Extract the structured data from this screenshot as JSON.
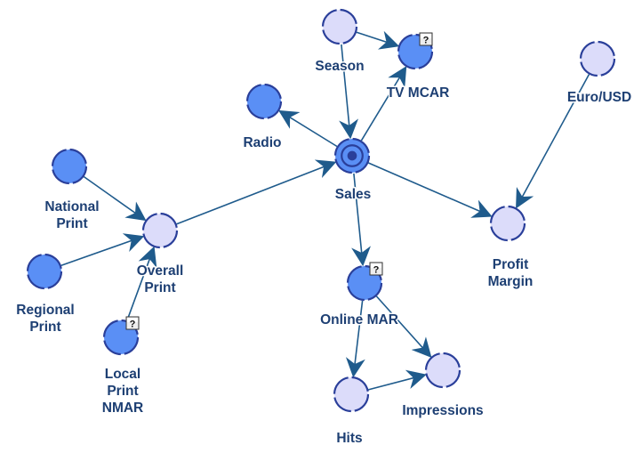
{
  "colors": {
    "edge": "#1f5b8c",
    "node_dark_fill": "#5a8ff5",
    "node_light_fill": "#dcdcfa",
    "node_stroke": "#2a3f9a",
    "label": "#1d3f73"
  },
  "nodes": [
    {
      "id": "season",
      "label_lines": [
        "Season"
      ],
      "style": "light"
    },
    {
      "id": "tv-mcar",
      "label_lines": [
        "TV MCAR"
      ],
      "style": "dark",
      "missing_badge": "?"
    },
    {
      "id": "euro-usd",
      "label_lines": [
        "Euro/USD"
      ],
      "style": "light"
    },
    {
      "id": "radio",
      "label_lines": [
        "Radio"
      ],
      "style": "dark"
    },
    {
      "id": "sales",
      "label_lines": [
        "Sales"
      ],
      "style": "target"
    },
    {
      "id": "national-print",
      "label_lines": [
        "National",
        "Print"
      ],
      "style": "dark"
    },
    {
      "id": "overall-print",
      "label_lines": [
        "Overall",
        "Print"
      ],
      "style": "light"
    },
    {
      "id": "regional-print",
      "label_lines": [
        "Regional",
        "Print"
      ],
      "style": "dark"
    },
    {
      "id": "local-print-nmar",
      "label_lines": [
        "Local",
        "Print",
        "NMAR"
      ],
      "style": "dark",
      "missing_badge": "?"
    },
    {
      "id": "online-mar",
      "label_lines": [
        "Online MAR"
      ],
      "style": "dark",
      "missing_badge": "?"
    },
    {
      "id": "profit-margin",
      "label_lines": [
        "Profit",
        "Margin"
      ],
      "style": "light"
    },
    {
      "id": "hits",
      "label_lines": [
        "Hits"
      ],
      "style": "light"
    },
    {
      "id": "impressions",
      "label_lines": [
        "Impressions"
      ],
      "style": "light"
    }
  ],
  "edges": [
    {
      "from": "season",
      "to": "tv-mcar"
    },
    {
      "from": "season",
      "to": "sales"
    },
    {
      "from": "sales",
      "to": "tv-mcar"
    },
    {
      "from": "sales",
      "to": "radio"
    },
    {
      "from": "sales",
      "to": "profit-margin"
    },
    {
      "from": "sales",
      "to": "online-mar"
    },
    {
      "from": "euro-usd",
      "to": "profit-margin"
    },
    {
      "from": "national-print",
      "to": "overall-print"
    },
    {
      "from": "regional-print",
      "to": "overall-print"
    },
    {
      "from": "local-print-nmar",
      "to": "overall-print"
    },
    {
      "from": "overall-print",
      "to": "sales"
    },
    {
      "from": "online-mar",
      "to": "hits"
    },
    {
      "from": "online-mar",
      "to": "impressions"
    },
    {
      "from": "hits",
      "to": "impressions"
    }
  ]
}
